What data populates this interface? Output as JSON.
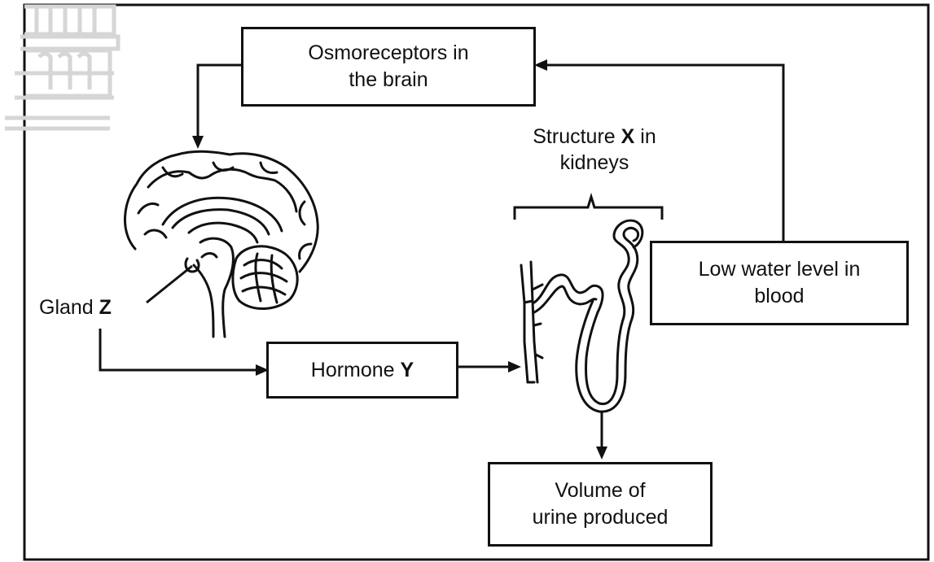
{
  "boxes": {
    "osmoreceptors": {
      "line1": "Osmoreceptors in",
      "line2": "the brain"
    },
    "low_water": {
      "line1": "Low water level in",
      "line2": "blood"
    },
    "hormone": {
      "text": "Hormone",
      "letter": "Y"
    },
    "urine": {
      "line1": "Volume of",
      "line2": "urine produced"
    }
  },
  "labels": {
    "structure": {
      "pre": "Structure",
      "letter": "X",
      "post": "in",
      "line2": "kidneys"
    },
    "gland": {
      "text": "Gland",
      "letter": "Z"
    }
  },
  "icons": [
    "brain-illustration",
    "nephron-illustration",
    "building-watermark"
  ],
  "colors": {
    "ink": "#111111",
    "watermark": "#d9d9d9",
    "background": "#ffffff"
  }
}
